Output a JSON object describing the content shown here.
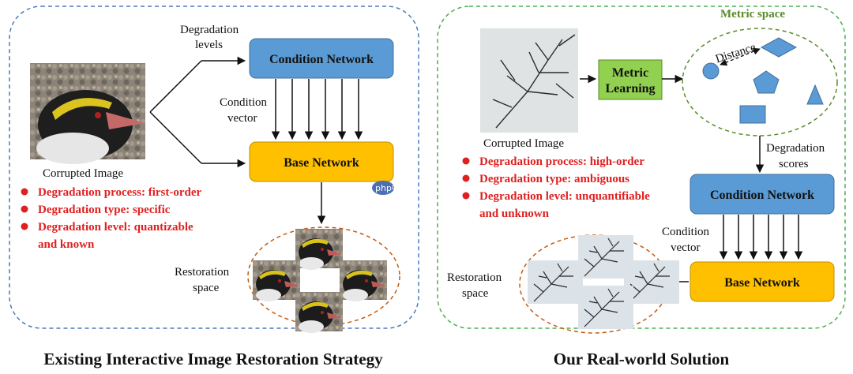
{
  "left": {
    "title": "Existing Interactive Image Restoration Strategy",
    "corrupted_caption": "Corrupted Image",
    "degradation_levels": [
      "Degradation",
      "levels"
    ],
    "condition_network": "Condition Network",
    "condition_vector": [
      "Condition",
      "vector"
    ],
    "base_network": "Base Network",
    "restoration_space": [
      "Restoration",
      "space"
    ],
    "bullets": [
      [
        "Degradation process: first-order"
      ],
      [
        "Degradation type: specific"
      ],
      [
        "Degradation level: quantizable",
        "and known"
      ]
    ]
  },
  "right": {
    "title": "Our Real-world Solution",
    "corrupted_caption": "Corrupted Image",
    "metric_space": "Metric space",
    "metric_learning": [
      "Metric",
      "Learning"
    ],
    "distance": "Distance",
    "degradation_scores": [
      "Degradation",
      "scores"
    ],
    "condition_network": "Condition Network",
    "condition_vector": [
      "Condition",
      "vector"
    ],
    "base_network": "Base Network",
    "restoration_space": [
      "Restoration",
      "space"
    ],
    "bullets": [
      [
        "Degradation process: high-order"
      ],
      [
        "Degradation type: ambiguous"
      ],
      [
        "Degradation level: unquantifiable",
        "and unknown"
      ]
    ]
  },
  "watermark": "php中文网",
  "colors": {
    "blue_box": "#5b9bd5",
    "orange_box": "#ffc000",
    "green_box": "#92d050",
    "red_text": "#e02020",
    "left_border": "#4a7ab8",
    "right_border": "#4caf50",
    "restoration_ellipse": "#c55a11",
    "metric_ellipse": "#5a8a2a"
  }
}
